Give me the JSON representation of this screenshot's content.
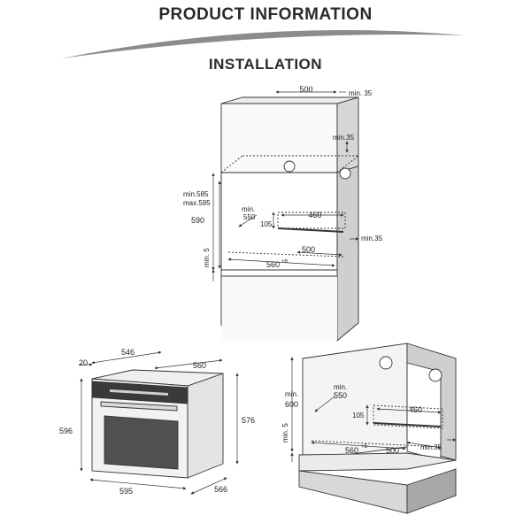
{
  "header": {
    "title": "PRODUCT INFORMATION",
    "subtitle": "INSTALLATION"
  },
  "colors": {
    "accent_arc": "#8c8c8c",
    "line": "#333333",
    "panel_light": "#f4f4f4",
    "panel_mid": "#dcdcdc",
    "panel_dark": "#bdbdbd"
  },
  "tall_cabinet": {
    "top_width": "500",
    "top_clearance": "min. 35",
    "side_clearance_top": "min.35",
    "height_range_min": "min.585",
    "height_range_max": "max.595",
    "niche_height": "590",
    "depth_label": "min.",
    "depth_value": "550",
    "inner_width": "460",
    "rail_height": "105",
    "side_clearance_bottom": "min.35",
    "bottom_gap": "min. 5",
    "base_depth": "500",
    "niche_width": "560",
    "niche_width_tolerance": "+8"
  },
  "oven": {
    "panel_width": "546",
    "panel_offset": "20",
    "body_depth": "560",
    "front_height": "596",
    "body_height": "576",
    "front_width": "595",
    "total_depth": "566"
  },
  "base_cabinet": {
    "height_label": "min.",
    "height_value": "600",
    "depth_label": "min.",
    "depth_value": "550",
    "inner_width": "460",
    "rail_height": "105",
    "bottom_gap": "min. 5",
    "niche_width": "560",
    "niche_width_tolerance": "+8",
    "base_depth": "500",
    "side_clearance": "min.35"
  }
}
